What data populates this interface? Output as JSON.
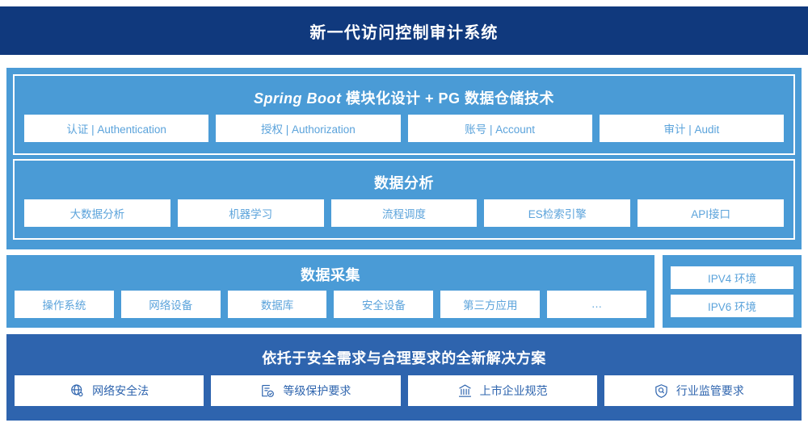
{
  "header": {
    "title": "新一代访问控制审计系统"
  },
  "platform": {
    "panels": [
      {
        "title_italic": "Spring Boot",
        "title_rest": " 模块化设计 + PG 数据仓储技术",
        "items": [
          "认证 | Authentication",
          "授权 | Authorization",
          "账号 | Account",
          "审计 | Audit"
        ]
      },
      {
        "title_italic": "",
        "title_rest": "数据分析",
        "items": [
          "大数据分析",
          "机器学习",
          "流程调度",
          "ES检索引擎",
          "API接口"
        ]
      }
    ]
  },
  "collection": {
    "title": "数据采集",
    "items": [
      "操作系统",
      "网络设备",
      "数据库",
      "安全设备",
      "第三方应用",
      "…"
    ]
  },
  "environment": {
    "items": [
      "IPV4 环境",
      "IPV6 环境"
    ]
  },
  "compliance": {
    "title": "依托于安全需求与合理要求的全新解决方案",
    "items": [
      {
        "label": "网络安全法",
        "icon": "globe-icon"
      },
      {
        "label": "等级保护要求",
        "icon": "document-check-icon"
      },
      {
        "label": "上市企业规范",
        "icon": "bank-icon"
      },
      {
        "label": "行业监管要求",
        "icon": "shield-search-icon"
      }
    ]
  },
  "colors": {
    "navy": "#10397D",
    "mid_blue": "#2E64AE",
    "light_blue": "#4A9BD6",
    "chip_text": "#5BA3DB",
    "white": "#FFFFFF"
  }
}
